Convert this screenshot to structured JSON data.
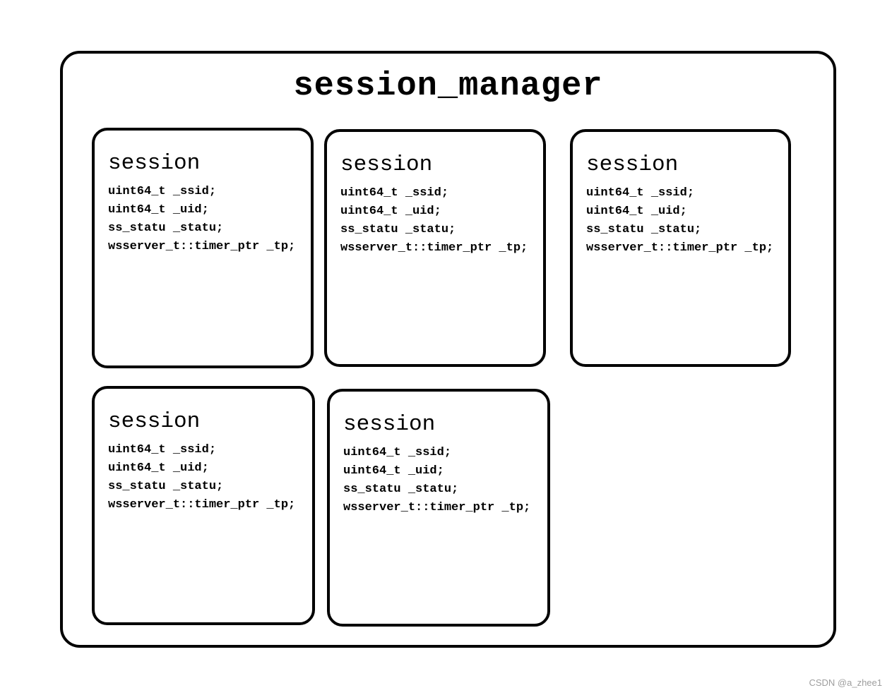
{
  "diagram": {
    "title": "session_manager",
    "watermark": "CSDN @a_zhee1",
    "session_boxes": [
      {
        "title": "session",
        "fields": [
          "uint64_t _ssid;",
          "uint64_t _uid;",
          "ss_statu _statu;",
          "wsserver_t::timer_ptr _tp;"
        ]
      },
      {
        "title": "session",
        "fields": [
          "uint64_t _ssid;",
          "uint64_t _uid;",
          "ss_statu _statu;",
          "wsserver_t::timer_ptr _tp;"
        ]
      },
      {
        "title": "session",
        "fields": [
          "uint64_t _ssid;",
          "uint64_t _uid;",
          "ss_statu _statu;",
          "wsserver_t::timer_ptr _tp;"
        ]
      },
      {
        "title": "session",
        "fields": [
          "uint64_t _ssid;",
          "uint64_t _uid;",
          "ss_statu _statu;",
          "wsserver_t::timer_ptr _tp;"
        ]
      },
      {
        "title": "session",
        "fields": [
          "uint64_t _ssid;",
          "uint64_t _uid;",
          "ss_statu _statu;",
          "wsserver_t::timer_ptr _tp;"
        ]
      }
    ]
  }
}
